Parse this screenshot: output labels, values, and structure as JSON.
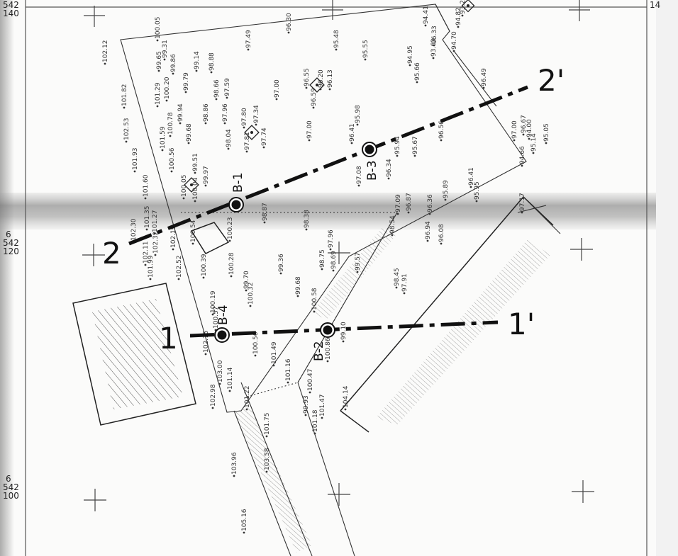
{
  "map": {
    "background": "#fbfbfa",
    "ink": "#222222",
    "grid_labels": [
      {
        "id": "top-left",
        "lines": [
          "542",
          "140"
        ]
      },
      {
        "id": "mid-left",
        "lines": [
          "6",
          "542",
          "120"
        ]
      },
      {
        "id": "bottom-left",
        "lines": [
          "6",
          "542",
          "100"
        ]
      },
      {
        "id": "top-right",
        "lines": [
          "14"
        ]
      }
    ],
    "sections": [
      {
        "id": "section-1",
        "start_label": "1",
        "end_label": "1'"
      },
      {
        "id": "section-2",
        "start_label": "2",
        "end_label": "2'"
      }
    ],
    "boreholes": [
      {
        "id": "bh-1",
        "label": "B-1"
      },
      {
        "id": "bh-2",
        "label": "B-2"
      },
      {
        "id": "bh-3",
        "label": "B-3"
      },
      {
        "id": "bh-4",
        "label": "B-4"
      }
    ],
    "elevations": [
      "100.05",
      "102.12",
      "99.31",
      "99.14",
      "99.65",
      "98.88",
      "99.86",
      "97.49",
      "96.30",
      "95.48",
      "95.55",
      "94.95",
      "96.33",
      "93.63",
      "94.70",
      "101.82",
      "101.29",
      "100.20",
      "99.79",
      "98.66",
      "97.59",
      "97.00",
      "96.55",
      "96.20",
      "96.13",
      "95.66",
      "96.49",
      "102.53",
      "100.78",
      "99.94",
      "98.86",
      "97.96",
      "97.80",
      "97.34",
      "96.59",
      "95.98",
      "101.93",
      "101.59",
      "99.68",
      "98.04",
      "97.81",
      "97.74",
      "97.00",
      "96.41",
      "95.94",
      "95.67",
      "96.56",
      "100.56",
      "99.51",
      "97.08",
      "96.34",
      "101.60",
      "100.05",
      "99.97",
      "100.04",
      "98.87",
      "95.89",
      "96.41",
      "94.66",
      "95.05",
      "95.14",
      "97.00",
      "96.67",
      "94.00",
      "102.30",
      "101.35",
      "101.27",
      "100.23",
      "98.38",
      "97.09",
      "96.87",
      "96.36",
      "95.95",
      "97.17",
      "102.11",
      "102.32",
      "102.19",
      "100.54",
      "97.96",
      "98.54",
      "96.94",
      "96.08",
      "101.99",
      "102.52",
      "100.39",
      "100.28",
      "99.36",
      "98.75",
      "98.69",
      "99.57",
      "98.45",
      "97.91",
      "99.70",
      "100.32",
      "99.68",
      "100.57",
      "100.19",
      "100.58",
      "99.10",
      "102.75",
      "100.56",
      "101.49",
      "100.86",
      "101.16",
      "101.14",
      "103.00",
      "102.98",
      "101.22",
      "99.93",
      "100.47",
      "101.47",
      "104.14",
      "101.18",
      "101.75",
      "103.96",
      "103.58",
      "105.16",
      "94.41",
      "94.82",
      "93.23"
    ]
  }
}
